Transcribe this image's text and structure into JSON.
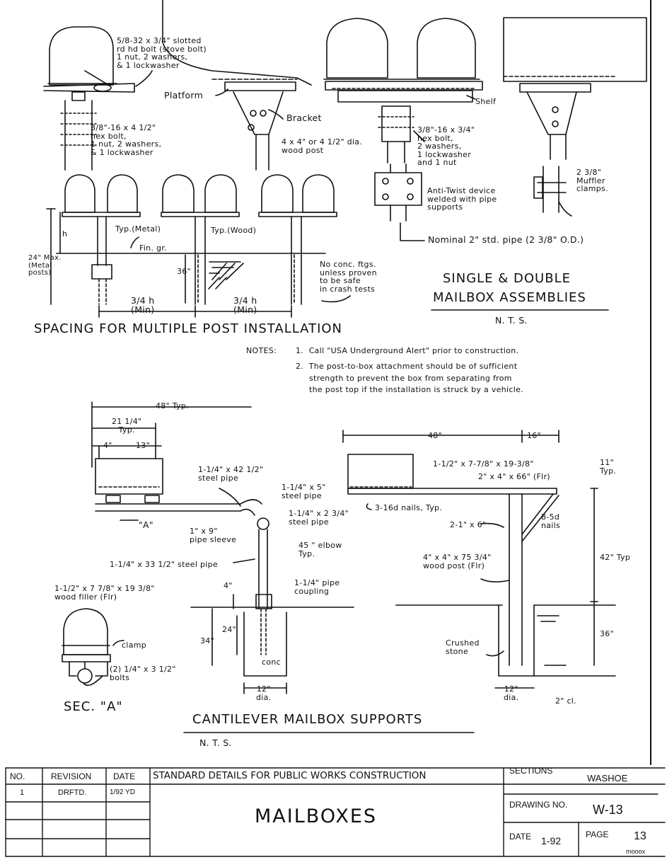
{
  "callouts": {
    "stove_bolt": "5/8-32 x 3/4\" slotted\nrd hd bolt (stove bolt)\n1 nut, 2 washers,\n& 1 lockwasher",
    "platform": "Platform",
    "bracket": "Bracket",
    "hex_bolt_left": "3/8\"-16 x 4 1/2\"\nhex bolt,\n1 nut, 2 washers,\n& 1 lockwasher",
    "wood_post": "4 x 4\" or 4 1/2\" dia.\nwood post",
    "shelf": "Shelf",
    "hex_bolt_right": "3/8\"-16 x 3/4\"\nhex bolt,\n2 washers,\n1 lockwasher\nand 1 nut",
    "anti_twist": "Anti-Twist device\nwelded with pipe\nsupports",
    "muffler": "2 3/8\"\nMuffler\nclamps.",
    "nominal_pipe": "Nominal 2\" std. pipe (2 3/8\" O.D.)",
    "typ_metal": "Typ.(Metal)",
    "typ_wood": "Typ.(Wood)",
    "fin_gr": "Fin. gr.",
    "max_24": "24\" Max.\n(Metal\nposts)",
    "h_label": "h",
    "dim_36": "36\"",
    "three_quarter_h_1": "3/4 h\n(Min)",
    "three_quarter_h_2": "3/4 h\n(Min)",
    "no_conc": "No conc. ftgs.\nunless proven\nto be safe\nin crash tests",
    "dim_48_typ": "48\" Typ.",
    "dim_21": "21 1/4\"\nTyp.",
    "dim_4": "4\"",
    "dim_13": "13\"",
    "steel_pipe_42": "1-1/4\" x 42 1/2\"\nsteel pipe",
    "steel_pipe_5": "1-1/4\" x 5\"\nsteel pipe",
    "steel_pipe_2": "1-1/4\" x 2 3/4\"\nsteel pipe",
    "pipe_sleeve": "1\" x 9\"\npipe sleeve",
    "elbow": "45 \" elbow\nTyp.",
    "steel_pipe_33": "1-1/4\" x 33 1/2\" steel pipe",
    "pipe_coupling": "1-1/4\" pipe\ncoupling",
    "wood_filler": "1-1/2\" x 7 7/8\" x 19 3/8\"\nwood filler (Flr)",
    "section_a_mark": "\"A\"",
    "dim_4b": "4\"",
    "dim_24": "24\"",
    "dim_34": "34\"",
    "conc": "conc",
    "dim_12a": "12\"\ndia.",
    "clamp": "clamp",
    "bolts": "(2) 1/4\" x 3 1/2\"\nbolts",
    "dim_48": "48\"",
    "dim_16": "16\"",
    "filler_right": "1-1/2\" x 7-7/8\" x 19-3/8\"",
    "lumber": "2\" x 4\" x 66\" (Flr)",
    "nails_16d": "3-16d nails, Typ.",
    "two_1x6": "2-1\" x 6\"",
    "nails_8d": "8-5d\nnails",
    "dim_11": "11\"\nTyp.",
    "dim_42": "42\" Typ",
    "wood_post_75": "4\" x 4\" x 75 3/4\"\nwood post (Flr)",
    "crushed_stone": "Crushed\nstone",
    "dim_36b": "36\"",
    "dim_12b": "12\"\ndia.",
    "dim_2": "2\" cl."
  },
  "titles": {
    "single_double": "SINGLE & DOUBLE",
    "assemblies": "MAILBOX ASSEMBLIES",
    "nts_1": "N. T. S.",
    "spacing": "SPACING FOR MULTIPLE POST INSTALLATION",
    "cantilever": "CANTILEVER MAILBOX SUPPORTS",
    "nts_2": "N. T. S.",
    "sec_a": "SEC. \"A\""
  },
  "notes": {
    "label": "NOTES:",
    "note1": "1.  Call \"USA Underground Alert\" prior to construction.",
    "note2": "2.  The post-to-box attachment should be of sufficient\n     strength to prevent the box from separating from\n     the post top if the installation is struck by a vehicle."
  },
  "title_block": {
    "no_label": "NO.",
    "revision_label": "REVISION",
    "date_label": "DATE",
    "header": "STANDARD DETAILS FOR PUBLIC WORKS CONSTRUCTION",
    "sections_label": "SECTIONS",
    "agency": "WASHOE",
    "rev_no": "1",
    "rev_desc": "DRFTD.",
    "rev_date": "1/92 YD",
    "drawing_title": "MAILBOXES",
    "drawing_no_label": "DRAWING NO.",
    "drawing_no": "W-13",
    "date_text": "DATE",
    "date_value": "1-92",
    "page_label": "PAGE",
    "page_no": "13",
    "footer_stamp": "mooox"
  }
}
